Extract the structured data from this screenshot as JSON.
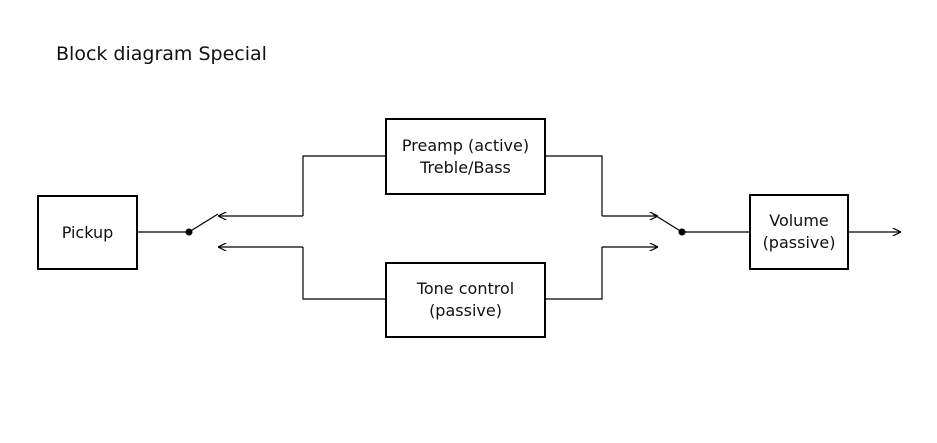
{
  "title": "Block diagram Special",
  "blocks": {
    "pickup": {
      "lines": [
        "Pickup"
      ]
    },
    "preamp": {
      "lines": [
        "Preamp (active)",
        "Treble/Bass"
      ]
    },
    "tone": {
      "lines": [
        "Tone control",
        "(passive)"
      ]
    },
    "volume": {
      "lines": [
        "Volume",
        "(passive)"
      ]
    }
  }
}
